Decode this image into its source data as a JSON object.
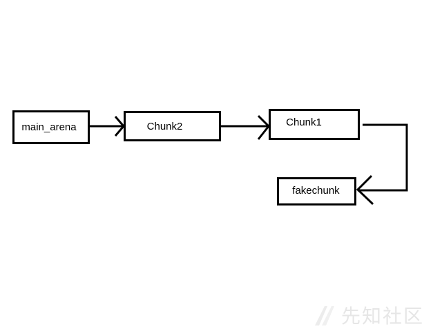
{
  "diagram": {
    "nodes": {
      "main_arena": {
        "label": "main_arena"
      },
      "chunk2": {
        "label": "Chunk2"
      },
      "chunk1": {
        "label": "Chunk1"
      },
      "fakechunk": {
        "label": "fakechunk"
      }
    },
    "edges": [
      {
        "from": "main_arena",
        "to": "chunk2"
      },
      {
        "from": "chunk2",
        "to": "chunk1"
      },
      {
        "from": "chunk1",
        "to": "fakechunk"
      }
    ]
  },
  "watermark": {
    "text": "先知社区",
    "logo_icon": "xianzhi-logo-icon"
  },
  "colors": {
    "stroke": "#000000",
    "background": "#ffffff",
    "watermark": "#e6e6e6"
  }
}
